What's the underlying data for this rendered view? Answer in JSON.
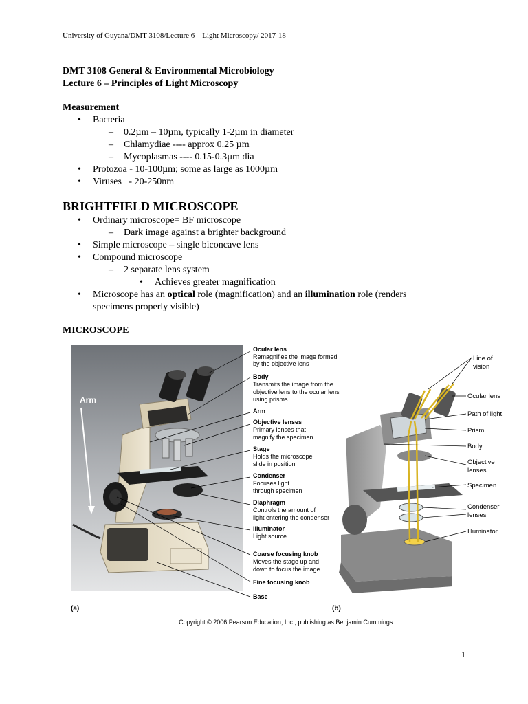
{
  "header": "University of Guyana/DMT 3108/Lecture 6 – Light Microscopy/ 2017-18",
  "title_line1": "DMT 3108 General & Environmental Microbiology",
  "title_line2": "Lecture 6 – Principles of Light Microscopy",
  "measurement": {
    "heading": "Measurement",
    "bacteria": "Bacteria",
    "bacteria_size": "0.2µm – 10µm, typically 1-2µm in diameter",
    "chlamydiae": "Chlamydiae ---- approx 0.25 µm",
    "mycoplasmas": "Mycoplasmas ---- 0.15-0.3µm dia",
    "protozoa": "Protozoa - 10-100µm; some as large as 1000µm",
    "viruses": "Viruses   - 20-250nm"
  },
  "brightfield": {
    "heading": "BRIGHTFIELD MICROSCOPE",
    "item1": "Ordinary microscope= BF microscope",
    "item1a": "Dark image against a brighter background",
    "item2": "Simple microscope – single biconcave lens",
    "item3": "Compound microscope",
    "item3a": "2 separate lens system",
    "item3a1": "Achieves greater magnification",
    "item4_pre": "Microscope has an ",
    "item4_optical": "optical",
    "item4_mid": " role (magnification) and an ",
    "item4_illum": "illumination",
    "item4_post": " role (renders",
    "item4_cont": "specimens properly visible)"
  },
  "microscope_heading": "MICROSCOPE",
  "figure": {
    "photo_arm": "Arm",
    "panel_a": "(a)",
    "panel_b": "(b)",
    "labels_a": [
      {
        "title": "Ocular lens",
        "desc": [
          "Remagnifies the image formed",
          "by the objective lens"
        ]
      },
      {
        "title": "Body",
        "desc": [
          "Transmits the image from the",
          "objective lens to the ocular lens",
          "using prisms"
        ]
      },
      {
        "title": "Arm",
        "desc": []
      },
      {
        "title": "Objective lenses",
        "desc": [
          "Primary lenses that",
          "magnify the specimen"
        ]
      },
      {
        "title": "Stage",
        "desc": [
          "Holds the microscope",
          "slide in position"
        ]
      },
      {
        "title": "Condenser",
        "desc": [
          "Focuses light",
          "through specimen"
        ]
      },
      {
        "title": "Diaphragm",
        "desc": [
          "Controls the amount of",
          "light entering the condenser"
        ]
      },
      {
        "title": "Illuminator",
        "desc": [
          "Light source"
        ]
      },
      {
        "title": "Coarse focusing knob",
        "desc": [
          "Moves the stage up and",
          "down to focus the image"
        ]
      },
      {
        "title": "Fine focusing knob",
        "desc": []
      },
      {
        "title": "Base",
        "desc": []
      }
    ],
    "labels_b": [
      "Line of",
      "vision",
      "Ocular lens",
      "Path of light",
      "Prism",
      "Body",
      "Objective",
      "lenses",
      "Specimen",
      "Condenser",
      "lenses",
      "Illuminator"
    ]
  },
  "copyright": "Copyright © 2006 Pearson Education, Inc., publishing as Benjamin Cummings.",
  "page_number": "1"
}
